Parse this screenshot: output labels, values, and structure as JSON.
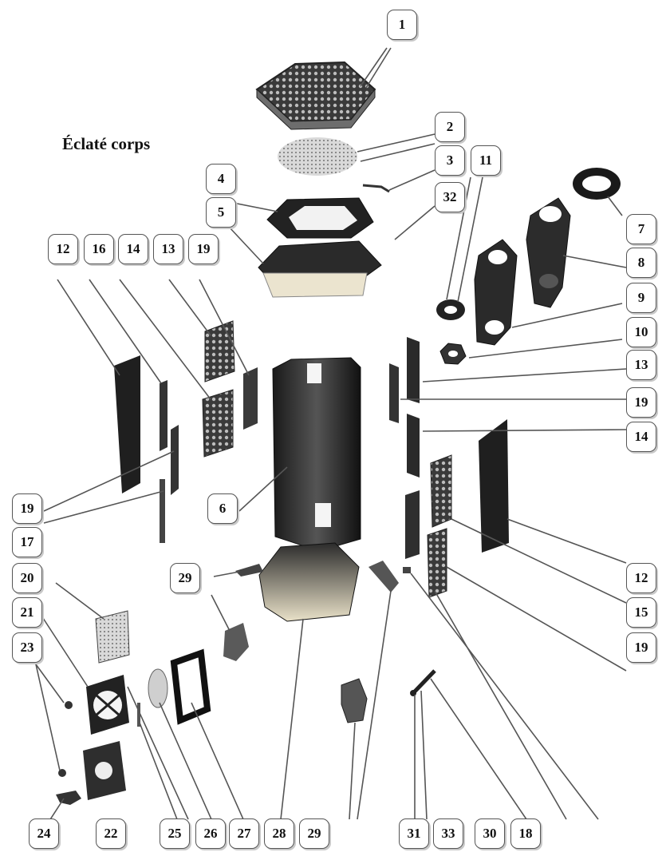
{
  "title": "Éclaté corps",
  "callouts": {
    "c1": "1",
    "c2": "2",
    "c3": "3",
    "c4": "4",
    "c5": "5",
    "c6": "6",
    "c7": "7",
    "c8": "8",
    "c9": "9",
    "c10": "10",
    "c11": "11",
    "c32": "32",
    "c12L": "12",
    "c16": "16",
    "c14L": "14",
    "c13L": "13",
    "c19L": "19",
    "c13R": "13",
    "c19R1": "19",
    "c14R": "14",
    "c12R": "12",
    "c15": "15",
    "c19R2": "19",
    "c19ML": "19",
    "c17": "17",
    "c20": "20",
    "c21": "21",
    "c23": "23",
    "c29T": "29",
    "c24": "24",
    "c22": "22",
    "c25": "25",
    "c26": "26",
    "c27": "27",
    "c28": "28",
    "c29B": "29",
    "c31": "31",
    "c33": "33",
    "c30": "30",
    "c18": "18"
  }
}
